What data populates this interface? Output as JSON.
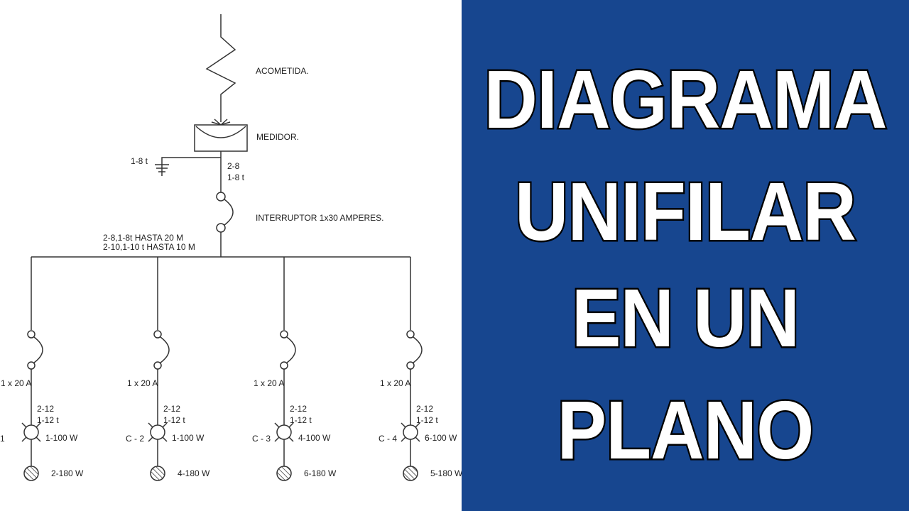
{
  "colors": {
    "panel_bg": "#17468f",
    "title_fill": "#ffffff",
    "title_stroke": "#000000",
    "line": "#333333"
  },
  "title": {
    "lines": [
      "DIAGRAMA",
      "UNIFILAR",
      "EN UN",
      "PLANO"
    ]
  },
  "diagram": {
    "acometida": "ACOMETIDA.",
    "medidor": "MEDIDOR.",
    "ground_label": "1-8 t",
    "main_wire_1": "2-8",
    "main_wire_2": "1-8 t",
    "interruptor": "INTERRUPTOR  1x30 AMPERES.",
    "feeder_1": "2-8,1-8t HASTA 20 M",
    "feeder_2": "2-10,1-10 t HASTA 10 M",
    "circuits": [
      {
        "name": "1",
        "breaker": "1 x 20  A",
        "wire_1": "2-12",
        "wire_2": "1-12 t",
        "lamps": "1-100 W",
        "outlets": "2-180 W"
      },
      {
        "name": "C - 2",
        "breaker": "1 x 20  A",
        "wire_1": "2-12",
        "wire_2": "1-12 t",
        "lamps": "1-100 W",
        "outlets": "4-180 W"
      },
      {
        "name": "C - 3",
        "breaker": "1 x 20  A",
        "wire_1": "2-12",
        "wire_2": "1-12 t",
        "lamps": "4-100 W",
        "outlets": "6-180 W"
      },
      {
        "name": "C - 4",
        "breaker": "1 x 20  A",
        "wire_1": "2-12",
        "wire_2": "1-12 t",
        "lamps": "6-100 W",
        "outlets": "5-180 W"
      }
    ]
  }
}
